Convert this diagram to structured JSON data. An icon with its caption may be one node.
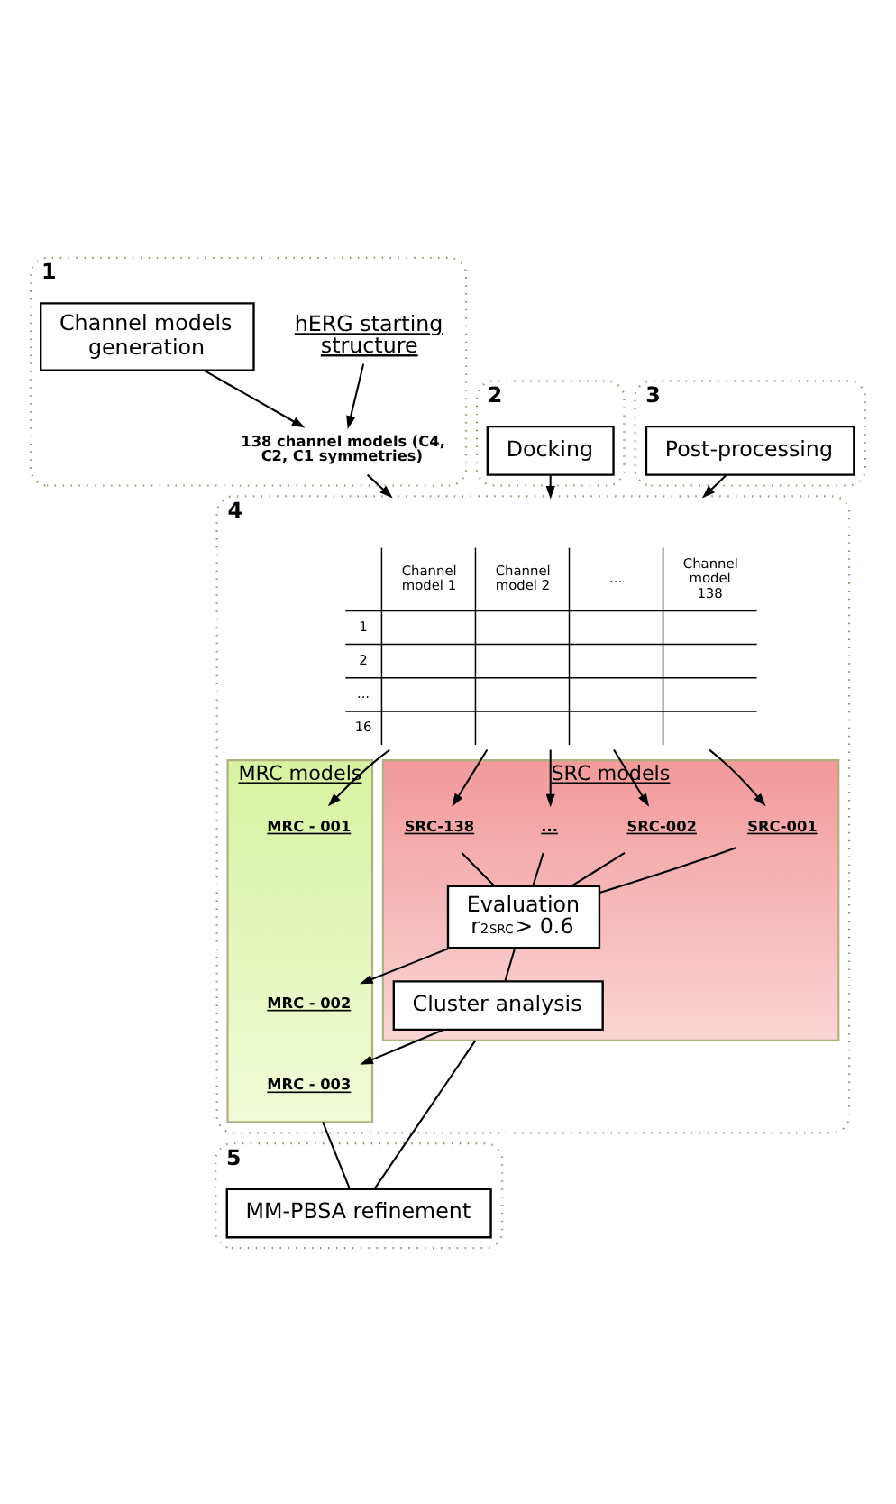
{
  "diagram": {
    "nodes": [
      {
        "text": [
          "1"
        ]
      },
      {
        "text": [
          "hERG starting structure"
        ],
        "in": 0
      },
      {
        "text": [
          "Channel models generation"
        ],
        "in": 0
      },
      {
        "text": [
          "138 channel models (C4, C2, C1 symmetries)"
        ],
        "in": 0
      },
      {
        "text": [
          "2"
        ]
      },
      {
        "text": [
          "Docking"
        ],
        "in": 4
      },
      {
        "text": [
          "3"
        ]
      },
      {
        "text": [
          "Post-processing"
        ],
        "in": 6
      },
      {
        "text": [
          "4"
        ]
      },
      {
        "text": [
          "Channel model 1",
          "Channel model 2",
          "...",
          "Channel model 138",
          "1",
          "2",
          "...",
          "16"
        ],
        "in": 8
      },
      {
        "text": [
          "SRC models"
        ],
        "in": 8
      },
      {
        "text": [
          "SRC-001"
        ],
        "in": 10
      },
      {
        "text": [
          "SRC-002"
        ],
        "in": 10
      },
      {
        "text": [
          "..."
        ],
        "in": 10
      },
      {
        "text": [
          "SRC-138"
        ],
        "in": 10
      },
      {
        "text": [
          "Evaluation",
          "r$^{2}$$_{SRC}$> 0.6"
        ],
        "in": 10
      },
      {
        "text": [
          "Cluster analysis"
        ],
        "in": 10
      },
      {
        "text": [
          "MRC models"
        ],
        "in": 8
      },
      {
        "text": [
          "MRC - 001"
        ],
        "in": 17
      },
      {
        "text": [
          "MRC - 002"
        ],
        "in": 17
      },
      {
        "text": [
          "MRC - 003"
        ],
        "in": 17
      },
      {
        "text": [
          "5"
        ]
      },
      {
        "text": [
          "MM-PBSA refinement"
        ],
        "in": 21
      }
    ],
    "edges": [
      {
        "from": 1,
        "to": 3,
        "arrow": "to"
      },
      {
        "from": 2,
        "to": 3,
        "arrow": "to"
      },
      {
        "from": 3,
        "to": 8,
        "arrow": "to"
      },
      {
        "from": 5,
        "to": 8,
        "arrow": "to"
      },
      {
        "from": 7,
        "to": 8,
        "arrow": "to"
      },
      {
        "from": 9,
        "to": 11,
        "arrow": "to"
      },
      {
        "from": 9,
        "to": 12,
        "arrow": "to"
      },
      {
        "from": 9,
        "to": 13,
        "arrow": "to"
      },
      {
        "from": 9,
        "to": 14,
        "arrow": "to"
      },
      {
        "from": 9,
        "to": 18,
        "arrow": "to"
      },
      {
        "from": 11,
        "to": 15,
        "arrow": "none"
      },
      {
        "from": 12,
        "to": 15,
        "arrow": "none"
      },
      {
        "from": 13,
        "to": 15,
        "arrow": "none"
      },
      {
        "from": 14,
        "to": 15,
        "arrow": "none"
      },
      {
        "from": 15,
        "to": 16,
        "arrow": "none"
      },
      {
        "from": 15,
        "to": 19,
        "arrow": "to"
      },
      {
        "from": 16,
        "to": 20,
        "arrow": "to"
      },
      {
        "from": 10,
        "to": 22,
        "arrow": "none"
      },
      {
        "from": 17,
        "to": 22,
        "arrow": "none"
      }
    ]
  }
}
